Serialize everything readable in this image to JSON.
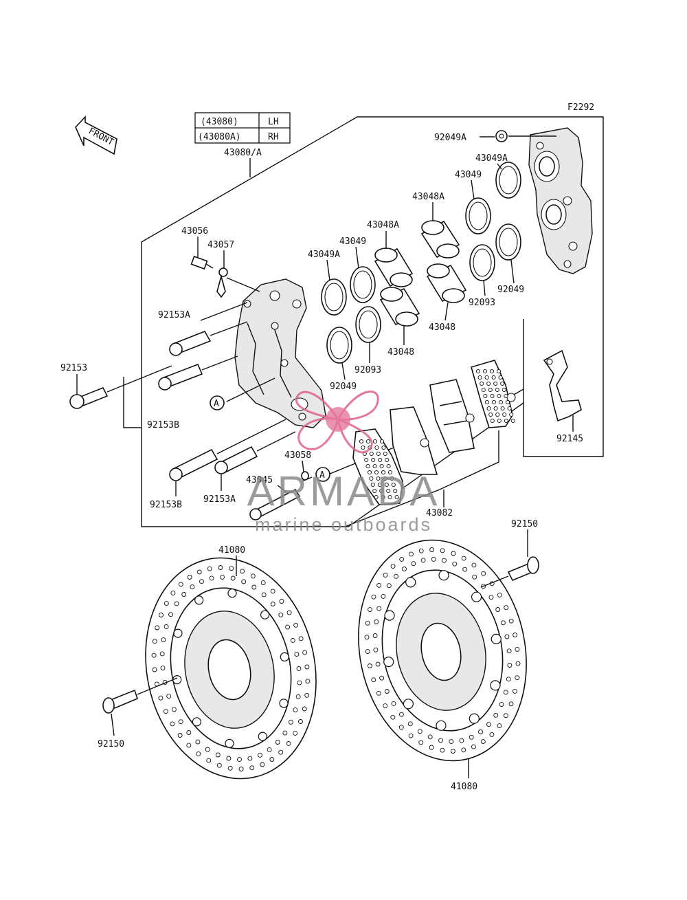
{
  "diagram_code": "F2292",
  "front_arrow_label": "FRONT",
  "legend": {
    "rows": [
      {
        "part": "(43080)",
        "side": "LH"
      },
      {
        "part": "(43080A)",
        "side": "RH"
      }
    ],
    "assembly_label": "43080/A"
  },
  "part_labels": [
    "92049A",
    "43049A",
    "43049",
    "43048A",
    "43048A",
    "43049",
    "43049A",
    "43056",
    "43057",
    "92153A",
    "92049",
    "92093",
    "43048",
    "43048",
    "92093",
    "92049",
    "92153",
    "92153B",
    "92145",
    "43058",
    "43045",
    "92153B",
    "92153A",
    "43082",
    "41080",
    "92150",
    "92150",
    "41080"
  ],
  "markers": [
    "A",
    "A"
  ],
  "watermark": {
    "brand": "ARMADA",
    "tagline": "marine outboards",
    "accent_color": "#e0608a",
    "text_color": "#8a8a8a"
  }
}
